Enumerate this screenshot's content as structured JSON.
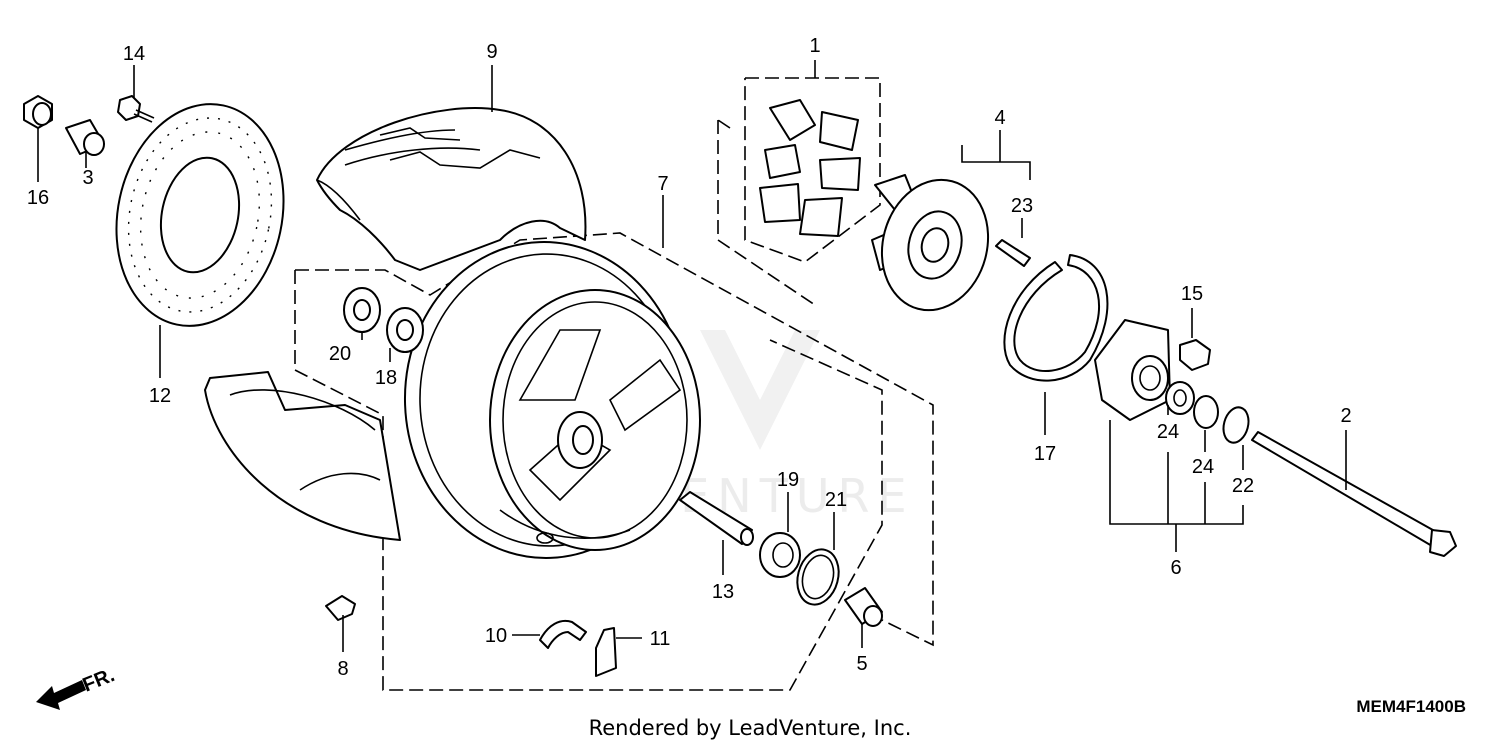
{
  "diagram": {
    "callouts": [
      "1",
      "2",
      "3",
      "4",
      "5",
      "6",
      "7",
      "8",
      "9",
      "10",
      "11",
      "12",
      "13",
      "14",
      "15",
      "16",
      "17",
      "18",
      "19",
      "20",
      "21",
      "22",
      "23",
      "24"
    ],
    "direction_label": "FR.",
    "watermark": "LEADVENTURE",
    "diagram_code": "MEM4F1400B",
    "footer": "Rendered by LeadVenture, Inc."
  }
}
